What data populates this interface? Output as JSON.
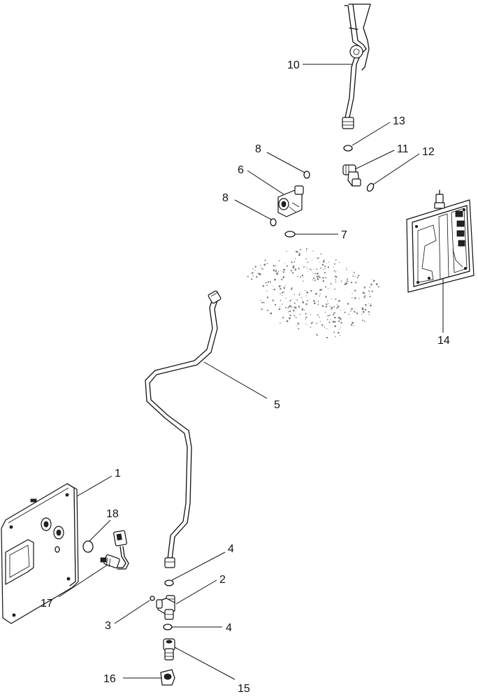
{
  "callouts": {
    "c1": "1",
    "c2": "2",
    "c3": "3",
    "c4a": "4",
    "c4b": "4",
    "c5": "5",
    "c6": "6",
    "c7": "7",
    "c8a": "8",
    "c8b": "8",
    "c10": "10",
    "c11": "11",
    "c12": "12",
    "c13": "13",
    "c14": "14",
    "c15": "15",
    "c16": "16",
    "c17": "17",
    "c18": "18"
  },
  "colors": {
    "line": "#111111",
    "background": "#ffffff",
    "ghost": "#777777"
  }
}
